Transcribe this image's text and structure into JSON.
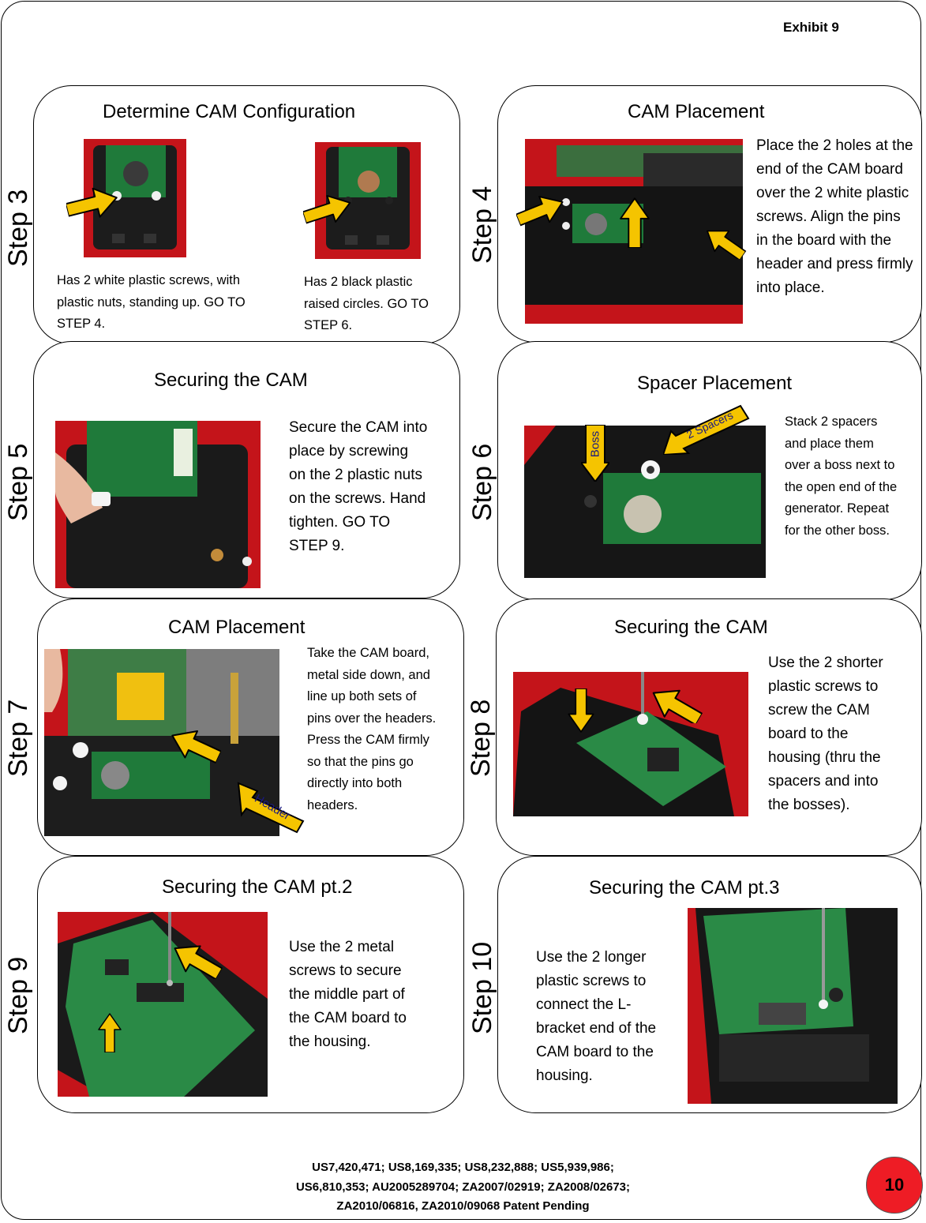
{
  "exhibit": "Exhibit 9",
  "steps": {
    "s3": {
      "label": "Step 3",
      "title": "Determine CAM Configuration",
      "left_caption": "Has 2 white plastic screws, with plastic nuts, standing up. GO TO STEP 4.",
      "right_caption": "Has 2 black plastic raised circles.  GO TO STEP 6."
    },
    "s4": {
      "label": "Step 4",
      "title": "CAM Placement",
      "text": "Place the 2 holes at the end of the CAM board over the 2 white plastic screws. Align the pins in the board with the header and press firmly into place."
    },
    "s5": {
      "label": "Step 5",
      "title": "Securing the CAM",
      "text": "Secure the CAM into place by screwing on the 2 plastic nuts on the screws.  Hand tighten.  GO TO STEP 9."
    },
    "s6": {
      "label": "Step 6",
      "title": "Spacer Placement",
      "text": "Stack 2 spacers and place them over a boss next to the open end of the generator. Repeat for the other boss.",
      "callout_boss": "Boss",
      "callout_spacers": "2 Spacers"
    },
    "s7": {
      "label": "Step 7",
      "title": "CAM Placement",
      "text": "Take the CAM board, metal side down, and line up both sets of pins over the headers. Press the CAM firmly so that the pins go directly into both headers.",
      "callout_header": "Header"
    },
    "s8": {
      "label": "Step 8",
      "title": "Securing the CAM",
      "text": "Use the 2 shorter plastic screws to screw the CAM board to the housing (thru the spacers and into the bosses)."
    },
    "s9": {
      "label": "Step 9",
      "title": "Securing the CAM pt.2",
      "text": "Use the 2 metal screws to secure the middle part of the CAM board to the housing."
    },
    "s10": {
      "label": "Step 10",
      "title": "Securing the CAM pt.3",
      "text": "Use the 2 longer plastic screws to connect the L-bracket end of the CAM board to the housing."
    }
  },
  "patents": {
    "line1": "US7,420,471; US8,169,335; US8,232,888; US5,939,986;",
    "line2": "US6,810,353; AU2005289704; ZA2007/02919; ZA2008/02673;",
    "line3": "ZA2010/06816, ZA2010/09068 Patent Pending"
  },
  "page_number": "10",
  "colors": {
    "arrow": "#f5c400",
    "photo_bg": "#c4141a",
    "board": "#1f7a3a",
    "badge": "#ee1c25"
  }
}
